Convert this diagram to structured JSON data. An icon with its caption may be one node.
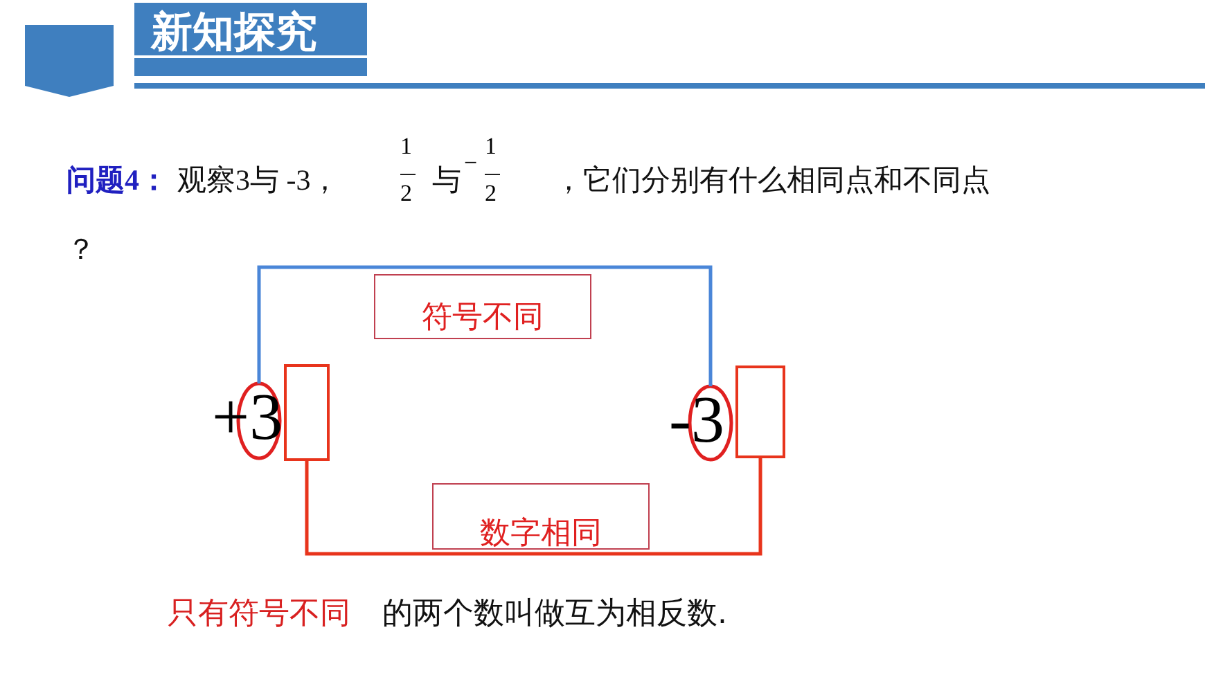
{
  "diagram": {
    "title": "新知探究",
    "nodes": [
      {
        "text": [
          "+3"
        ]
      },
      {
        "text": [],
        "shape": "box"
      },
      {
        "text": [
          "-3"
        ]
      },
      {
        "text": [],
        "shape": "box"
      },
      {
        "text": [
          "符号不同"
        ]
      },
      {
        "text": [
          "数字相同"
        ]
      }
    ],
    "edges": [
      {
        "from": 0,
        "to": 2,
        "arrow": "none",
        "color": "#4a86d8"
      },
      {
        "from": 1,
        "to": 3,
        "arrow": "none",
        "color": "#e8341c"
      }
    ],
    "labels": [
      "问题4：",
      "观察3与 -3，",
      "1",
      "2",
      "与",
      "−",
      "1",
      "2",
      "，它们分别有什么相同点和不同点",
      "？",
      "只有符号不同",
      "的两个数叫做互为相反数."
    ]
  }
}
